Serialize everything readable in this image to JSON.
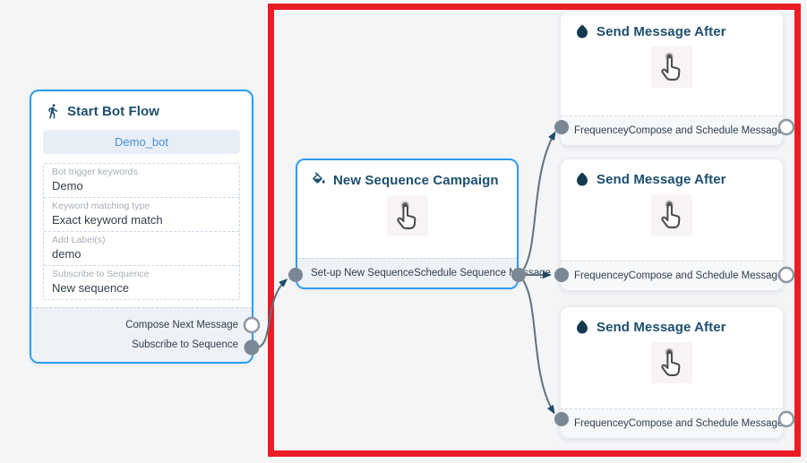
{
  "colors": {
    "canvas-bg": "#f4f5f7",
    "highlight-red": "#ea1c24",
    "node-accent-blue": "#2e9bf0",
    "title-navy": "#1d4e6e",
    "connector-gray": "#5f7180",
    "arrow-navy": "#1d4a66",
    "port-gray": "#7a8795"
  },
  "nodes": {
    "start": {
      "title": "Start Bot Flow",
      "bot_name": "Demo_bot",
      "fields": [
        {
          "label": "Bot trigger keywords",
          "value": "Demo"
        },
        {
          "label": "Keyword matching type",
          "value": "Exact keyword match"
        },
        {
          "label": "Add Label(s)",
          "value": "demo"
        },
        {
          "label": "Subscribe to Sequence",
          "value": "New sequence"
        }
      ],
      "outputs": [
        {
          "label": "Compose Next Message"
        },
        {
          "label": "Subscribe to Sequence"
        }
      ]
    },
    "sequence_campaign": {
      "title": "New Sequence Campaign",
      "footer_left": "Set-up New Sequence",
      "footer_right": "Schedule Sequence Message"
    },
    "send": [
      {
        "title": "Send Message After",
        "input_label": "Frequencey",
        "output_label": "Compose and Schedule Message"
      },
      {
        "title": "Send Message After",
        "input_label": "Frequencey",
        "output_label": "Compose and Schedule Message"
      },
      {
        "title": "Send Message After",
        "input_label": "Frequencey",
        "output_label": "Compose and Schedule Message"
      }
    ]
  }
}
